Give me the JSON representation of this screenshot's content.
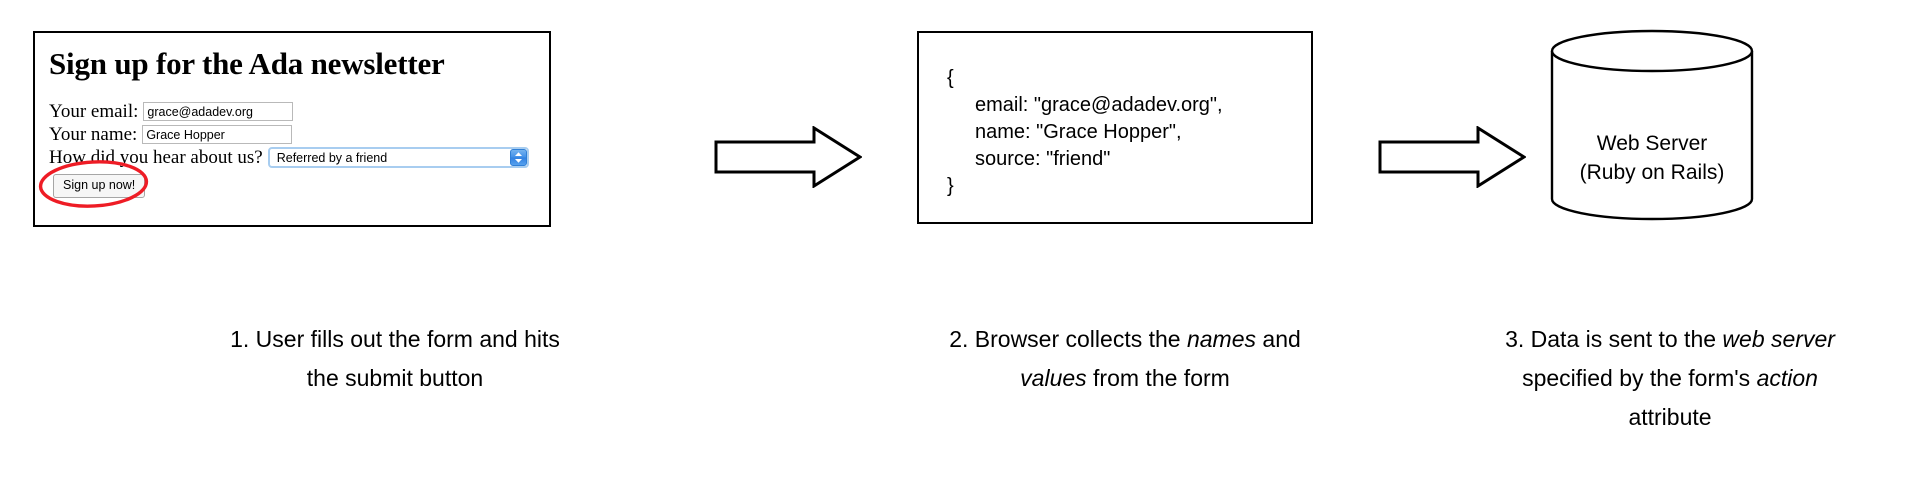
{
  "diagram": {
    "title": "Form submission flow",
    "accent_red": "#ee1c25",
    "select_blue": "#3f8fe8",
    "input_border": "#b9b9b9"
  },
  "step1": {
    "form_title": "Sign up for the Ada newsletter",
    "fields": [
      {
        "label": "Your email:",
        "value": "grace@adadev.org",
        "placeholder": "",
        "name": "email"
      },
      {
        "label": "Your name:",
        "value": "Grace Hopper",
        "placeholder": "",
        "name": "name"
      }
    ],
    "select": {
      "label": "How did you hear about us?",
      "selected": "Referred by a friend",
      "options": [
        "Referred by a friend"
      ],
      "stepper_icon": "chevron-up-down-icon"
    },
    "submit_label": "Sign up now!",
    "highlight": "red-ellipse-annotation"
  },
  "step2": {
    "json_lines": [
      {
        "text": "{",
        "indent": false
      },
      {
        "text": "email: \"grace@adadev.org\",",
        "indent": true
      },
      {
        "text": "name: \"Grace Hopper\",",
        "indent": true
      },
      {
        "text": "source: \"friend\"",
        "indent": true
      },
      {
        "text": "}",
        "indent": false
      }
    ]
  },
  "step3": {
    "server_line1": "Web Server",
    "server_line2": "(Ruby on Rails)"
  },
  "arrows": [
    {
      "name": "arrow-form-to-json"
    },
    {
      "name": "arrow-json-to-server"
    }
  ],
  "captions": [
    {
      "name": "caption-step-1",
      "lines": [
        {
          "parts": [
            {
              "t": "1. User fills out the form and hits",
              "i": false
            }
          ]
        },
        {
          "parts": [
            {
              "t": "the submit button",
              "i": false
            }
          ]
        }
      ]
    },
    {
      "name": "caption-step-2",
      "lines": [
        {
          "parts": [
            {
              "t": "2. Browser collects the ",
              "i": false
            },
            {
              "t": "names",
              "i": true
            },
            {
              "t": " and",
              "i": false
            }
          ]
        },
        {
          "parts": [
            {
              "t": "values",
              "i": true
            },
            {
              "t": " from the form",
              "i": false
            }
          ]
        }
      ]
    },
    {
      "name": "caption-step-3",
      "lines": [
        {
          "parts": [
            {
              "t": "3. Data is sent to the ",
              "i": false
            },
            {
              "t": "web server",
              "i": true
            }
          ]
        },
        {
          "parts": [
            {
              "t": "specified by the form's ",
              "i": false
            },
            {
              "t": "action",
              "i": true
            }
          ]
        },
        {
          "parts": [
            {
              "t": "attribute",
              "i": false
            }
          ]
        }
      ]
    }
  ]
}
